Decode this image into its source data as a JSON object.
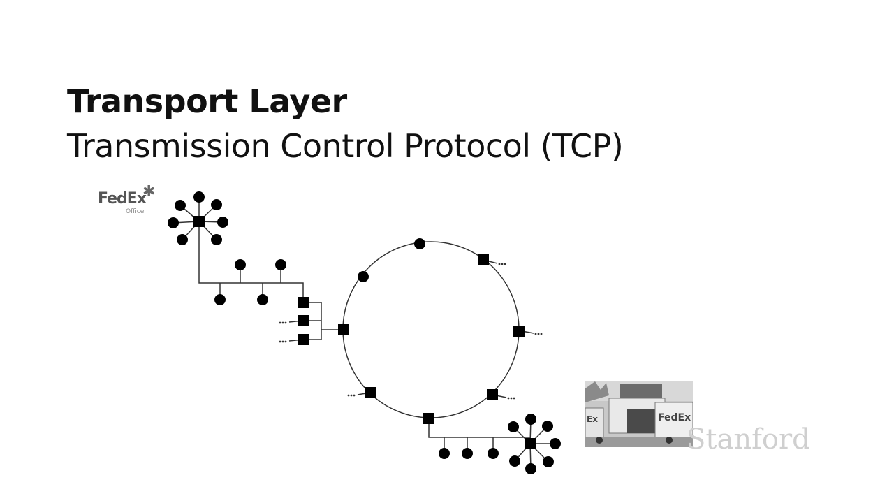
{
  "slide": {
    "title": "Transport Layer",
    "subtitle": "Transmission Control Protocol (TCP)"
  },
  "logo": {
    "word": "FedEx",
    "sub": "Office",
    "star_icon": "asterisk-star-icon"
  },
  "photo": {
    "truck_lettering": "FedEx",
    "side_lettering": "Ex"
  },
  "watermark": "Stanford",
  "colors": {
    "node": "#000000",
    "line": "#333333",
    "logo_text": "#555555",
    "watermark": "#cfcfcf"
  }
}
